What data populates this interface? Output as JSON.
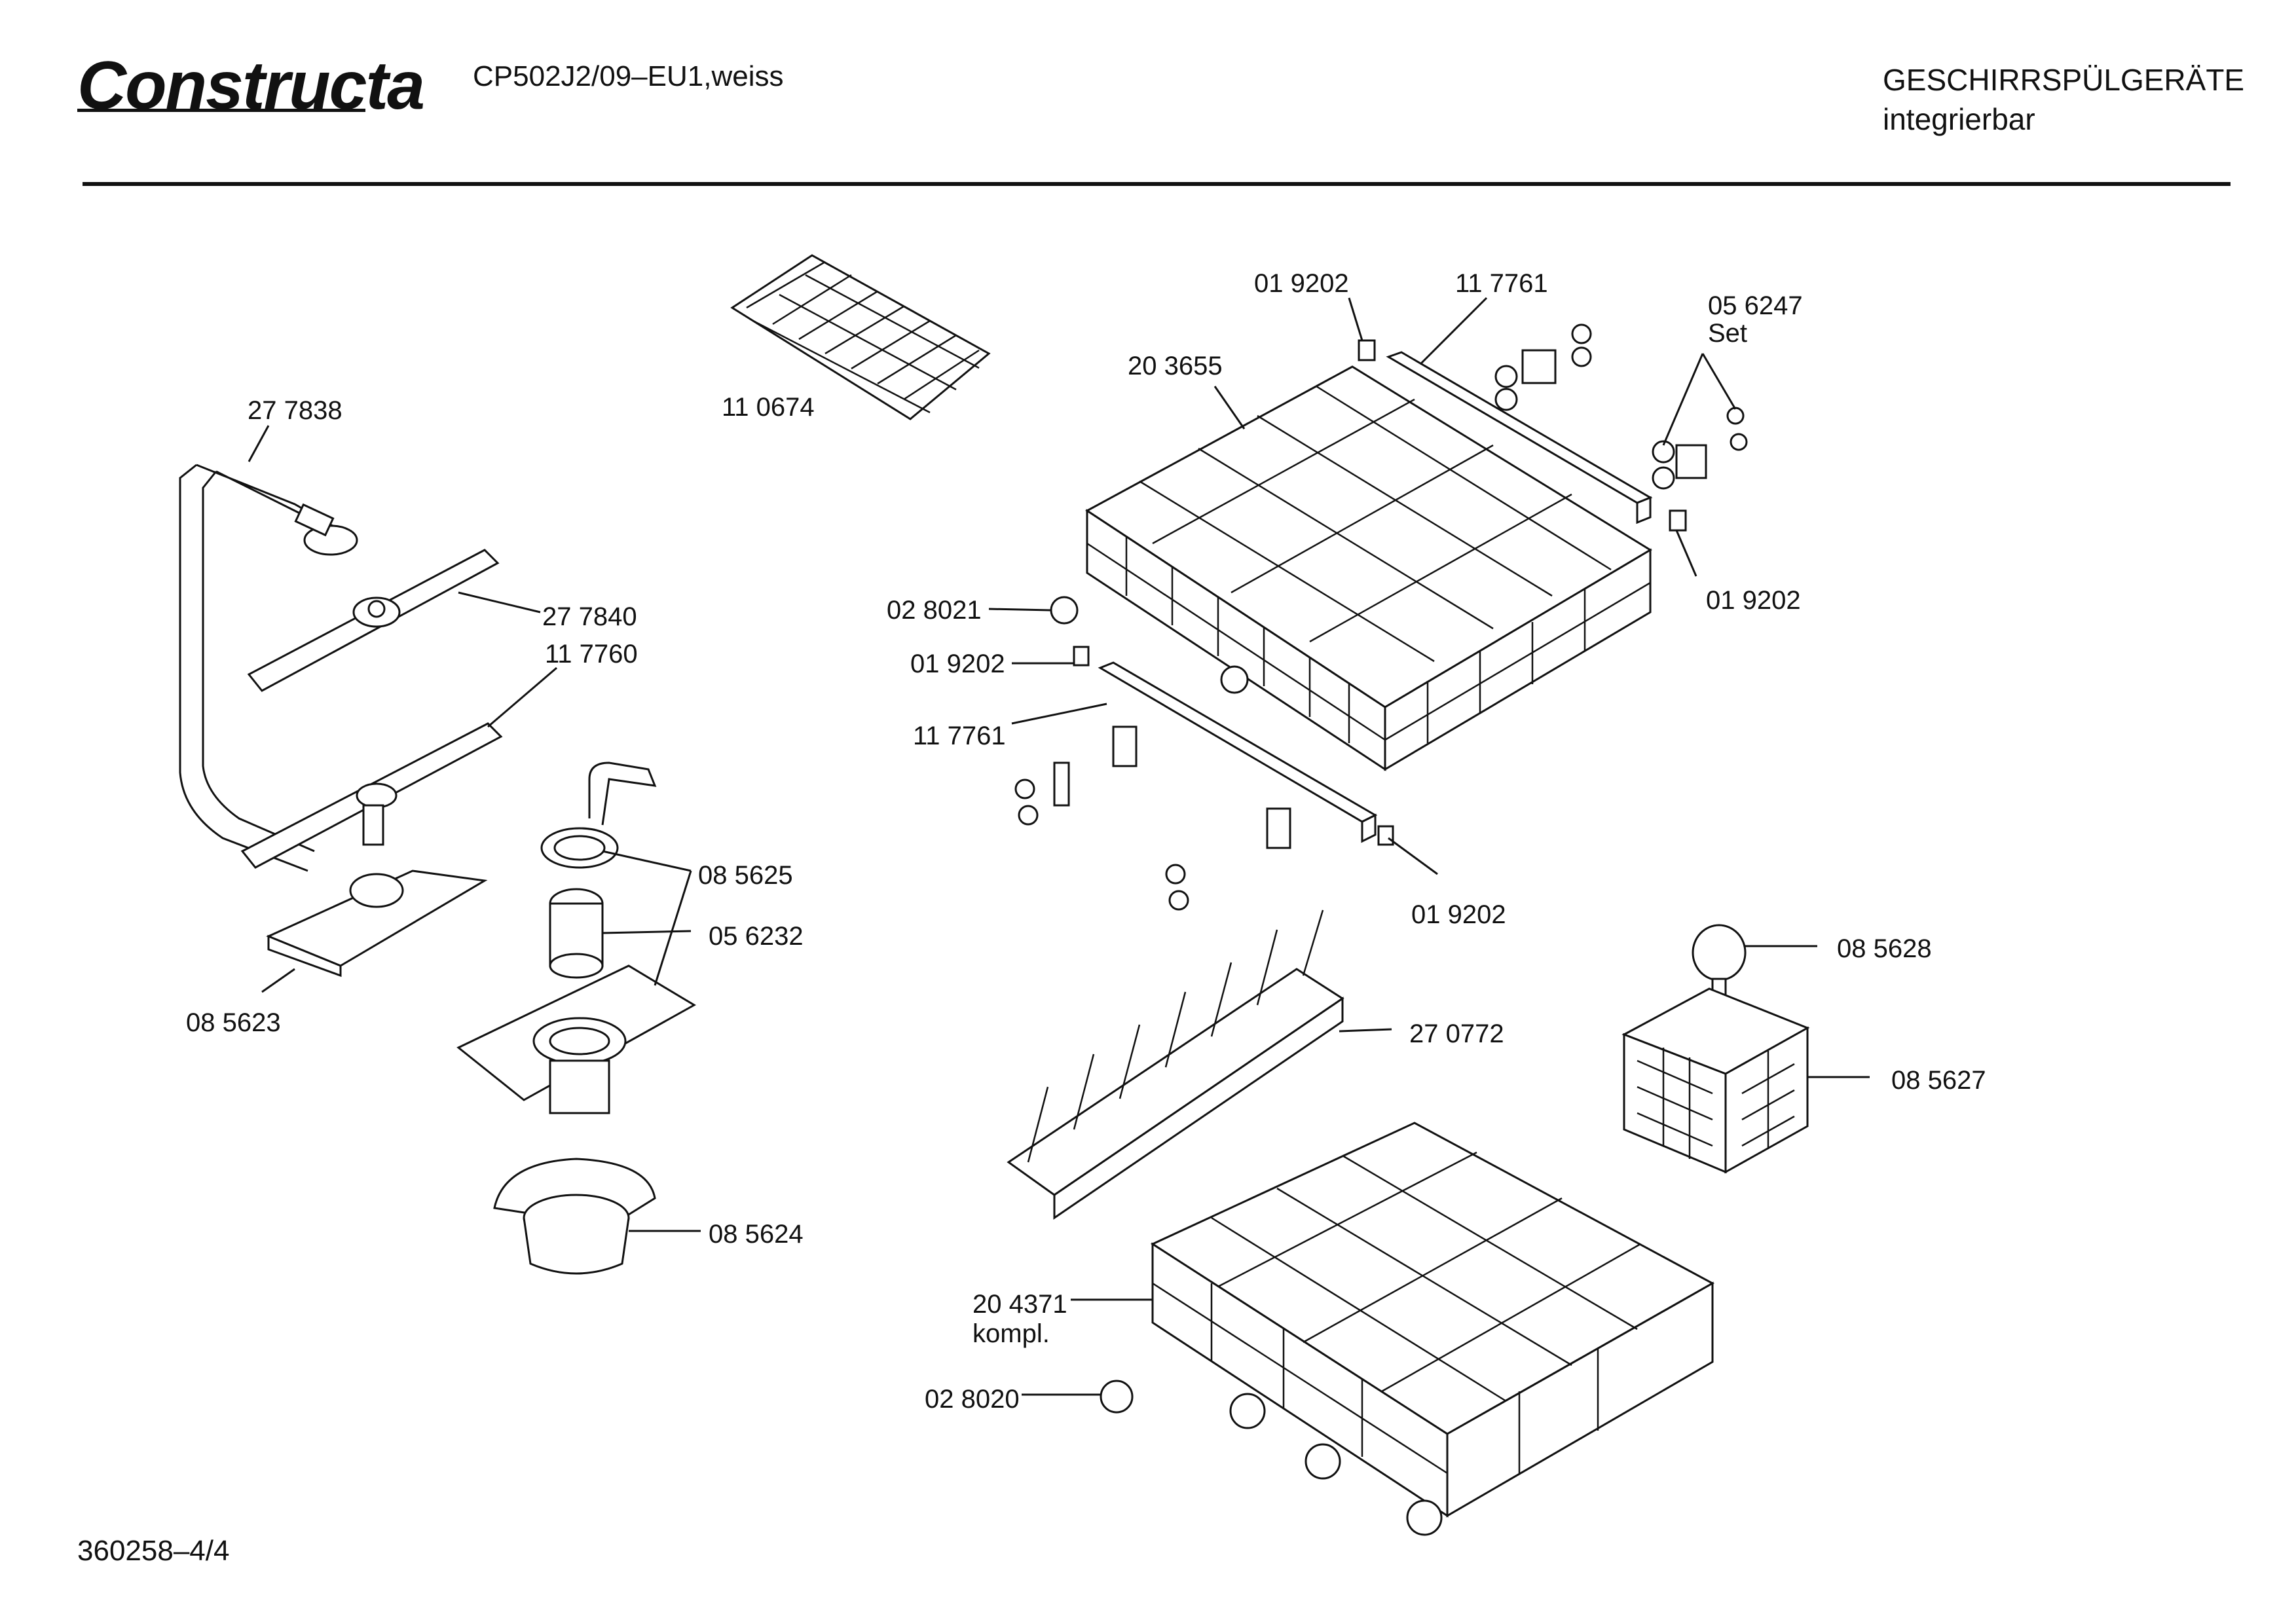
{
  "header": {
    "brand": "Constructa",
    "model": "CP502J2/09–EU1,weiss",
    "category": "GESCHIRRSPÜLGERÄTE",
    "subcategory": "integrierbar"
  },
  "footer": {
    "doc_number": "360258–4/4"
  },
  "labels": [
    {
      "id": "lbl-277838",
      "text": "27 7838"
    },
    {
      "id": "lbl-110674",
      "text": "11 0674"
    },
    {
      "id": "lbl-019202-a",
      "text": "01 9202"
    },
    {
      "id": "lbl-117761-a",
      "text": "11 7761"
    },
    {
      "id": "lbl-056247",
      "text": "05 6247"
    },
    {
      "id": "lbl-set",
      "text": "Set"
    },
    {
      "id": "lbl-203655",
      "text": "20 3655"
    },
    {
      "id": "lbl-277840",
      "text": "27 7840"
    },
    {
      "id": "lbl-117760",
      "text": "11 7760"
    },
    {
      "id": "lbl-028021",
      "text": "02 8021"
    },
    {
      "id": "lbl-019202-b",
      "text": "01 9202"
    },
    {
      "id": "lbl-019202-c",
      "text": "01 9202"
    },
    {
      "id": "lbl-117761-b",
      "text": "11 7761"
    },
    {
      "id": "lbl-085625",
      "text": "08 5625"
    },
    {
      "id": "lbl-056232",
      "text": "05 6232"
    },
    {
      "id": "lbl-019202-d",
      "text": "01 9202"
    },
    {
      "id": "lbl-085628",
      "text": "08 5628"
    },
    {
      "id": "lbl-085623",
      "text": "08 5623"
    },
    {
      "id": "lbl-270772",
      "text": "27 0772"
    },
    {
      "id": "lbl-085627",
      "text": "08 5627"
    },
    {
      "id": "lbl-085624",
      "text": "08 5624"
    },
    {
      "id": "lbl-204371",
      "text": "20 4371"
    },
    {
      "id": "lbl-kompl",
      "text": "kompl."
    },
    {
      "id": "lbl-028020",
      "text": "02 8020"
    }
  ]
}
